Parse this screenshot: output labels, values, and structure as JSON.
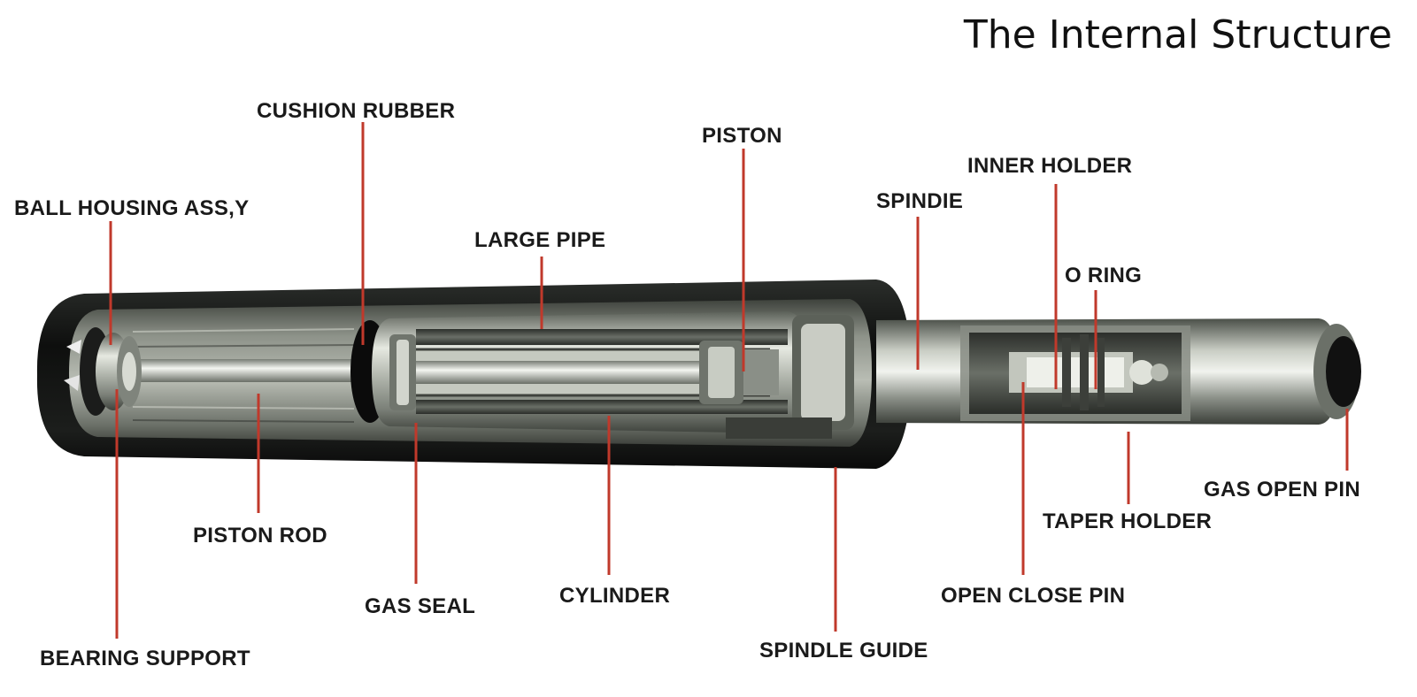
{
  "title": "The Internal Structure",
  "colors": {
    "leader": "#c0392b",
    "label": "#1a1a1a",
    "housing": "#141414",
    "metal_light": "#d9ddd4",
    "metal_mid": "#9ea39a",
    "metal_dark": "#4f544d"
  },
  "parts": {
    "ball_housing": "BALL HOUSING ASS,Y",
    "cushion_rubber": "CUSHION RUBBER",
    "large_pipe": "LARGE PIPE",
    "piston": "PISTON",
    "inner_holder": "INNER HOLDER",
    "spindie": "SPINDIE",
    "o_ring": "O RING",
    "piston_rod": "PISTON ROD",
    "gas_seal": "GAS SEAL",
    "cylinder": "CYLINDER",
    "bearing_support": "BEARING SUPPORT",
    "spindle_guide": "SPINDLE GUIDE",
    "open_close_pin": "OPEN CLOSE PIN",
    "taper_holder": "TAPER HOLDER",
    "gas_open_pin": "GAS OPEN PIN"
  }
}
